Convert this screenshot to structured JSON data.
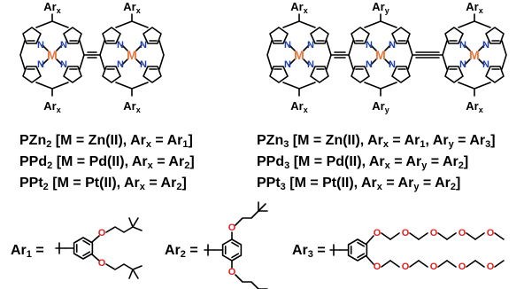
{
  "porphyrin": {
    "metal": "M",
    "nitrogen": "N"
  },
  "dimer": {
    "top_labels": [
      "Ar",
      "Ar"
    ],
    "top_subs": [
      "x",
      "x"
    ],
    "bottom_labels": [
      "Ar",
      "Ar"
    ],
    "bottom_subs": [
      "x",
      "x"
    ]
  },
  "trimer": {
    "top_labels": [
      "Ar",
      "Ar",
      "Ar"
    ],
    "top_subs": [
      "x",
      "y",
      "x"
    ],
    "bottom_labels": [
      "Ar",
      "Ar",
      "Ar"
    ],
    "bottom_subs": [
      "x",
      "y",
      "x"
    ]
  },
  "compounds_left": [
    {
      "name": "PZn",
      "n": "2",
      "cond": " [M = Zn(II), Ar",
      "xsub": "x",
      "eq": " = Ar",
      "arsub": "1",
      "end": "]"
    },
    {
      "name": "PPd",
      "n": "2",
      "cond": " [M = Pd(II), Ar",
      "xsub": "x",
      "eq": " = Ar",
      "arsub": "2",
      "end": "]"
    },
    {
      "name": "PPt",
      "n": "2",
      "cond": " [M = Pt(II), Ar",
      "xsub": "x",
      "eq": " = Ar",
      "arsub": "2",
      "end": "]"
    }
  ],
  "compounds_right": [
    {
      "name": "PZn",
      "n": "3",
      "cond": " [M = Zn(II), Ar",
      "xsub": "x",
      "eq1": " = Ar",
      "s1": "1",
      "mid": ", Ar",
      "ysub": "y",
      "eq2": " = Ar",
      "s2": "3",
      "end": "]"
    },
    {
      "name": "PPd",
      "n": "3",
      "cond": " [M = Pd(II), Ar",
      "xsub": "x",
      "eq1": " = Ar",
      "s1": "y",
      "mid": " = Ar",
      "ysub": "2",
      "eq2": "",
      "s2": "",
      "end": "]"
    },
    {
      "name": "PPt",
      "n": "3",
      "cond": " [M = Pt(II), Ar",
      "xsub": "x",
      "eq1": " = Ar",
      "s1": "y",
      "mid": " = Ar",
      "ysub": "2",
      "eq2": "",
      "s2": "",
      "end": "]"
    }
  ],
  "aryl_groups": [
    {
      "label": "Ar",
      "sub": "1",
      "eq": " ="
    },
    {
      "label": "Ar",
      "sub": "2",
      "eq": " ="
    },
    {
      "label": "Ar",
      "sub": "3",
      "eq": " ="
    }
  ],
  "oxygen": "O",
  "colors": {
    "nitrogen": "#1f3fb0",
    "metal": "#e8743b",
    "oxygen": "#e02020",
    "bond": "#000000"
  }
}
